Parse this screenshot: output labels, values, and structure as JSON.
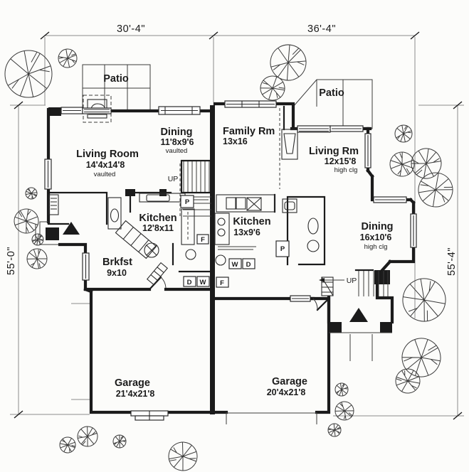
{
  "dimensions": {
    "top_left": "30'-4\"",
    "top_right": "36'-4\"",
    "left_side": "55'-0\"",
    "right_side": "55'-4\""
  },
  "unit_left": {
    "patio_label": "Patio",
    "living_room_name": "Living Room",
    "living_room_size": "14'4x14'8",
    "living_room_note": "vaulted",
    "dining_name": "Dining",
    "dining_size": "11'8x9'6",
    "dining_note": "vaulted",
    "kitchen_name": "Kitchen",
    "kitchen_size": "12'8x11",
    "breakfast_name": "Brkfst",
    "breakfast_size": "9x10",
    "garage_name": "Garage",
    "garage_size": "21'4x21'8",
    "stairs_label": "UP",
    "pantry_label": "P",
    "fridge_label": "F",
    "washer_label": "W",
    "dryer_label": "D"
  },
  "unit_right": {
    "patio_label": "Patio",
    "family_room_name": "Family Rm",
    "family_room_size": "13x16",
    "living_room_name": "Living Rm",
    "living_room_size": "12x15'8",
    "living_room_note": "high clg",
    "kitchen_name": "Kitchen",
    "kitchen_size": "13x9'6",
    "dining_name": "Dining",
    "dining_size": "16x10'6",
    "dining_note": "high clg",
    "garage_name": "Garage",
    "garage_size": "20'4x21'8",
    "stairs_label": "UP",
    "pantry_label": "P",
    "fridge_label": "F",
    "washer_label": "W",
    "dryer_label": "D"
  },
  "colors": {
    "ink": "#1b1b1b",
    "paper": "#fcfcfa",
    "site_line": "#8c8c8c"
  }
}
